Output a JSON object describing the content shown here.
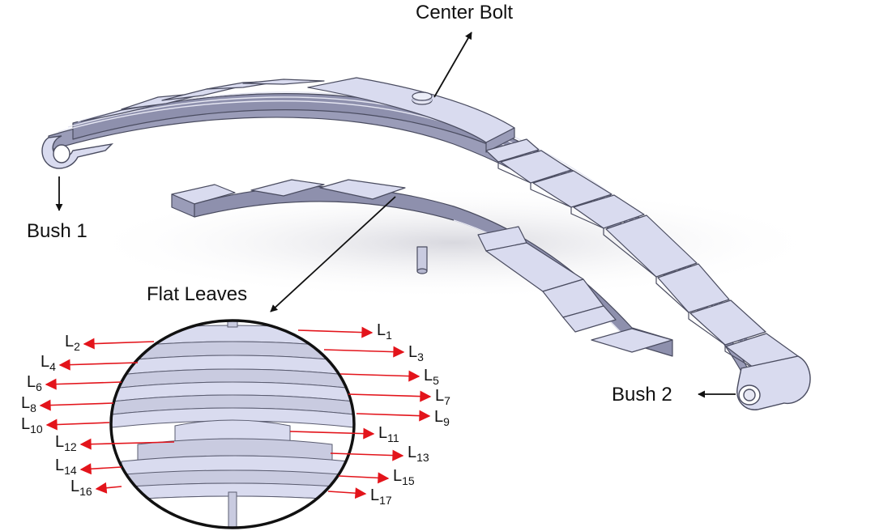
{
  "labels": {
    "center_bolt": "Center Bolt",
    "bush_1": "Bush 1",
    "bush_2": "Bush 2",
    "flat_leaves": "Flat Leaves"
  },
  "leaf_markers": {
    "prefix": "L",
    "left": [
      "2",
      "4",
      "6",
      "8",
      "10",
      "12",
      "14",
      "16"
    ],
    "right": [
      "1",
      "3",
      "5",
      "7",
      "9",
      "11",
      "13",
      "15",
      "17"
    ]
  },
  "colors": {
    "leaf_top": "#d9dbef",
    "leaf_side": "#9a9cb8",
    "leaf_edge": "#4a4c60",
    "arrow_red": "#e3141b",
    "callout": "#111111"
  }
}
